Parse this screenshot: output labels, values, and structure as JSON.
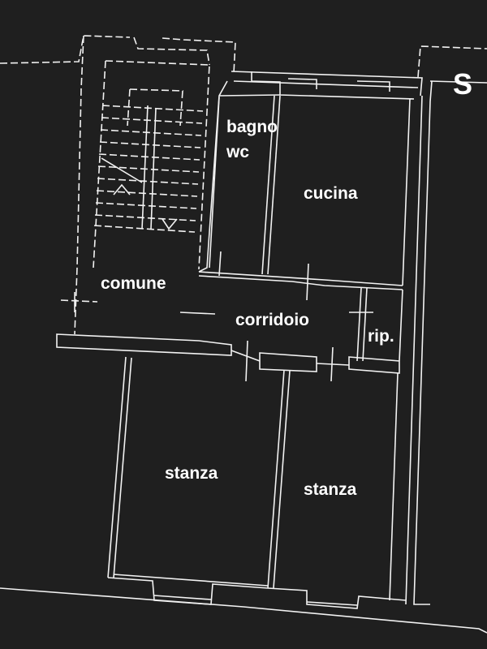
{
  "plan": {
    "rooms": {
      "bagno": "bagno",
      "wc": "wc",
      "cucina": "cucina",
      "comune": "comune",
      "corridoio": "corridoio",
      "ripostiglio": "rip.",
      "stanza_left": "stanza",
      "stanza_right": "stanza"
    },
    "marker": "S",
    "colors": {
      "background": "#1f1f1f",
      "lines": "#f2f2f2",
      "text": "#ffffff"
    }
  }
}
